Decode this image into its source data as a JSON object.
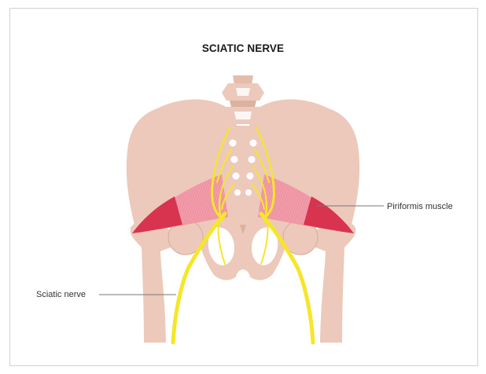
{
  "title": "SCIATIC NERVE",
  "labels": {
    "piriformis": "Piriformis muscle",
    "sciatic": "Sciatic nerve"
  },
  "colors": {
    "bone": "#ecc9bb",
    "bone_shade": "#dcb1a0",
    "nerve": "#f6e62a",
    "muscle": "#d8334f",
    "muscle_light": "#ef93a2",
    "leader_line": "#777777",
    "hole": "#ffffff"
  }
}
